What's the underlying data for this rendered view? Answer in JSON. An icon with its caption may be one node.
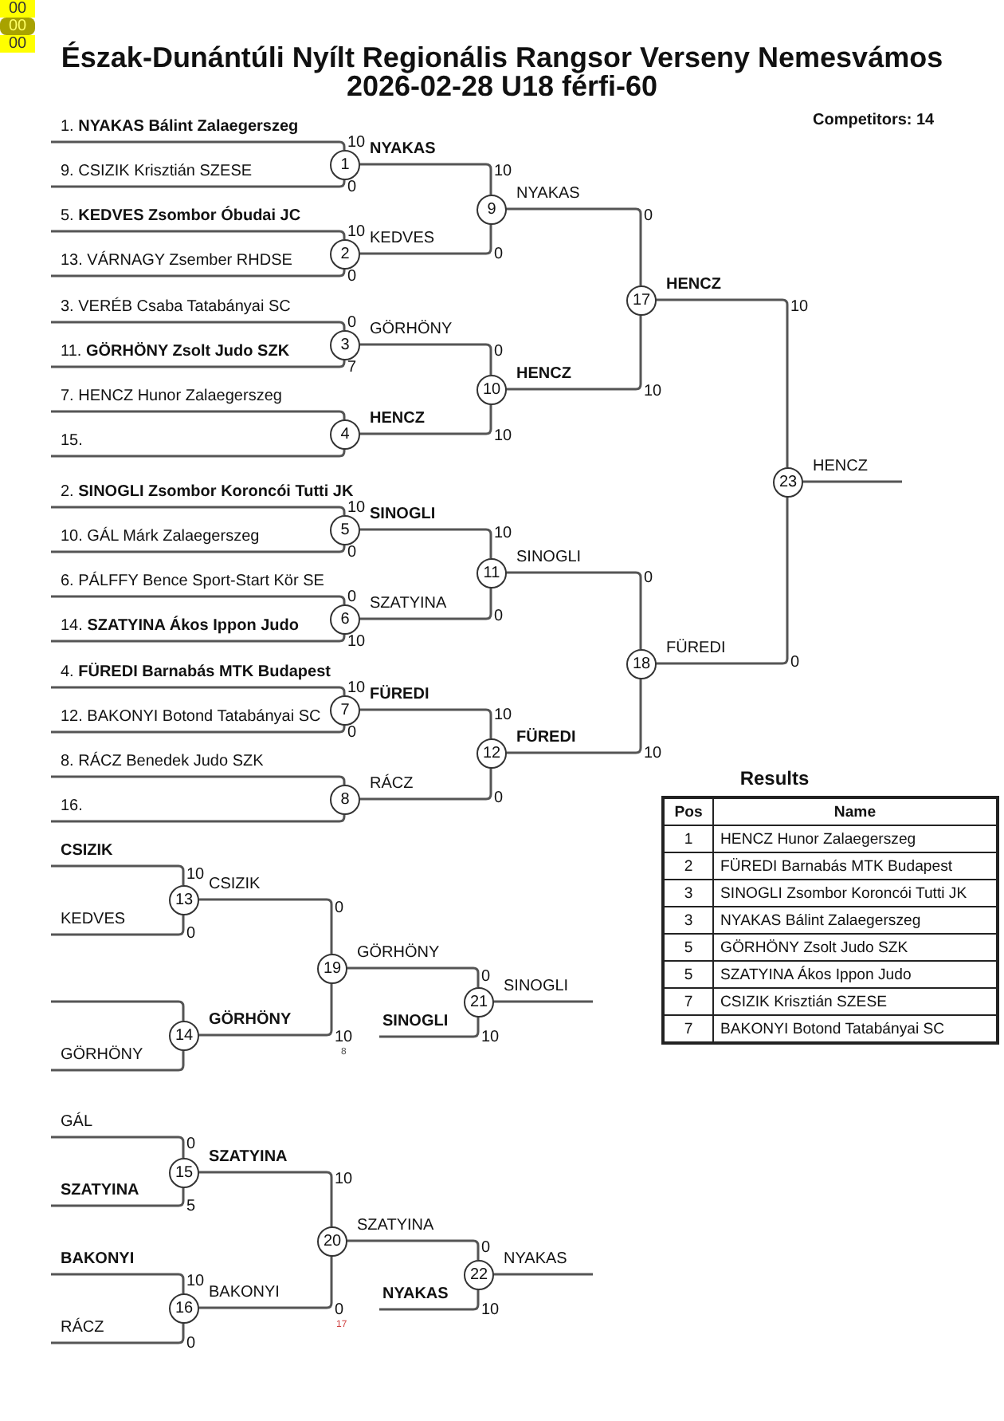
{
  "diagram": {
    "title": "Észak-Dunántúli Nyílt Regionális Rangsor Verseny Nemesvámos 2026-02-28 U18 férfi-60",
    "nodes": [
      {
        "text": [
          "1. **NYAKAS Bálint Zalaegerszeg**"
        ]
      },
      {
        "text": [
          "9. CSIZIK Krisztián SZESE"
        ]
      },
      {
        "text": [
          "5. **KEDVES Zsombor Óbudai JC**"
        ]
      },
      {
        "text": [
          "13. VÁRNAGY Zsember RHDSE"
        ]
      },
      {
        "text": [
          "3. VERÉB Csaba Tatabányai SC"
        ]
      },
      {
        "text": [
          "11. **GÖRHÖNY Zsolt Judo SZK**"
        ]
      },
      {
        "text": [
          "7. HENCZ Hunor Zalaegerszeg"
        ]
      },
      {
        "text": [
          "15."
        ]
      },
      {
        "text": [
          "2. **SINOGLI Zsombor Koroncói Tutti JK**"
        ]
      },
      {
        "text": [
          "10. GÁL Márk Zalaegerszeg"
        ]
      },
      {
        "text": [
          "6. PÁLFFY Bence Sport-Start Kör SE"
        ]
      },
      {
        "text": [
          "14. **SZATYINA Ákos Ippon Judo**"
        ]
      },
      {
        "text": [
          "4. **FÜREDI Barnabás MTK Budapest**"
        ]
      },
      {
        "text": [
          "12. BAKONYI Botond Tatabányai SC"
        ]
      },
      {
        "text": [
          "8. RÁCZ Benedek Judo SZK"
        ]
      },
      {
        "text": [
          "16."
        ]
      },
      {
        "text": [
          "1"
        ]
      },
      {
        "text": [
          "2"
        ]
      },
      {
        "text": [
          "3"
        ]
      },
      {
        "text": [
          "4"
        ]
      },
      {
        "text": [
          "5"
        ]
      },
      {
        "text": [
          "6"
        ]
      },
      {
        "text": [
          "7"
        ]
      },
      {
        "text": [
          "8"
        ]
      },
      {
        "text": [
          "9"
        ]
      },
      {
        "text": [
          "10"
        ]
      },
      {
        "text": [
          "11"
        ]
      },
      {
        "text": [
          "12"
        ]
      },
      {
        "text": [
          "13"
        ]
      },
      {
        "text": [
          "14"
        ]
      },
      {
        "text": [
          "15"
        ]
      },
      {
        "text": [
          "16"
        ]
      },
      {
        "text": [
          "17"
        ]
      },
      {
        "text": [
          "18"
        ]
      },
      {
        "text": [
          "19"
        ]
      },
      {
        "text": [
          "20"
        ]
      },
      {
        "text": [
          "21"
        ]
      },
      {
        "text": [
          "22"
        ]
      },
      {
        "text": [
          "23"
        ]
      },
      {
        "text": [
          "CSIZIK"
        ]
      },
      {
        "text": [
          "KEDVES"
        ]
      },
      {
        "text": [
          "GÖRHÖNY"
        ]
      },
      {
        "text": [
          "GÁL"
        ]
      },
      {
        "text": [
          "SZATYINA"
        ]
      },
      {
        "text": [
          "BAKONYI"
        ]
      },
      {
        "text": [
          "RÁCZ"
        ]
      }
    ],
    "edges": [
      {
        "from": 0,
        "to": 16,
        "arrow": "none"
      },
      {
        "from": 1,
        "to": 16,
        "arrow": "none"
      },
      {
        "from": 2,
        "to": 17,
        "arrow": "none"
      },
      {
        "from": 3,
        "to": 17,
        "arrow": "none"
      },
      {
        "from": 4,
        "to": 18,
        "arrow": "none"
      },
      {
        "from": 5,
        "to": 18,
        "arrow": "none"
      },
      {
        "from": 6,
        "to": 19,
        "arrow": "none"
      },
      {
        "from": 7,
        "to": 19,
        "arrow": "none"
      },
      {
        "from": 8,
        "to": 20,
        "arrow": "none"
      },
      {
        "from": 9,
        "to": 20,
        "arrow": "none"
      },
      {
        "from": 10,
        "to": 21,
        "arrow": "none"
      },
      {
        "from": 11,
        "to": 21,
        "arrow": "none"
      },
      {
        "from": 12,
        "to": 22,
        "arrow": "none"
      },
      {
        "from": 13,
        "to": 22,
        "arrow": "none"
      },
      {
        "from": 14,
        "to": 23,
        "arrow": "none"
      },
      {
        "from": 15,
        "to": 23,
        "arrow": "none"
      },
      {
        "from": 16,
        "to": 24,
        "arrow": "none",
        "label": "NYAKAS"
      },
      {
        "from": 17,
        "to": 24,
        "arrow": "none",
        "label": "KEDVES"
      },
      {
        "from": 18,
        "to": 25,
        "arrow": "none",
        "label": "GÖRHÖNY"
      },
      {
        "from": 19,
        "to": 25,
        "arrow": "none",
        "label": "HENCZ"
      },
      {
        "from": 20,
        "to": 26,
        "arrow": "none",
        "label": "SINOGLI"
      },
      {
        "from": 21,
        "to": 26,
        "arrow": "none",
        "label": "SZATYINA"
      },
      {
        "from": 22,
        "to": 27,
        "arrow": "none",
        "label": "FÜREDI"
      },
      {
        "from": 23,
        "to": 27,
        "arrow": "none",
        "label": "RÁCZ"
      },
      {
        "from": 24,
        "to": 32,
        "arrow": "none",
        "label": "NYAKAS"
      },
      {
        "from": 25,
        "to": 32,
        "arrow": "none",
        "label": "HENCZ"
      },
      {
        "from": 26,
        "to": 33,
        "arrow": "none",
        "label": "SINOGLI"
      },
      {
        "from": 27,
        "to": 33,
        "arrow": "none",
        "label": "FÜREDI"
      },
      {
        "from": 32,
        "to": 38,
        "arrow": "none",
        "label": "HENCZ"
      },
      {
        "from": 33,
        "to": 38,
        "arrow": "none",
        "label": "FÜREDI"
      },
      {
        "from": 38,
        "to": null,
        "arrow": "none",
        "label": "HENCZ"
      },
      {
        "from": 39,
        "to": 28,
        "arrow": "none"
      },
      {
        "from": 40,
        "to": 28,
        "arrow": "none"
      },
      {
        "from": null,
        "to": 29,
        "arrow": "none"
      },
      {
        "from": 41,
        "to": 29,
        "arrow": "none"
      },
      {
        "from": 28,
        "to": 34,
        "arrow": "none",
        "label": "CSIZIK"
      },
      {
        "from": 29,
        "to": 34,
        "arrow": "none",
        "label": "GÖRHÖNY"
      },
      {
        "from": 34,
        "to": 36,
        "arrow": "none",
        "label": "GÖRHÖNY"
      },
      {
        "from": null,
        "to": 36,
        "arrow": "none",
        "label": "SINOGLI"
      },
      {
        "from": 36,
        "to": null,
        "arrow": "none",
        "label": "SINOGLI"
      },
      {
        "from": 42,
        "to": 30,
        "arrow": "none"
      },
      {
        "from": 43,
        "to": 30,
        "arrow": "none"
      },
      {
        "from": 44,
        "to": 31,
        "arrow": "none"
      },
      {
        "from": 45,
        "to": 31,
        "arrow": "none"
      },
      {
        "from": 30,
        "to": 35,
        "arrow": "none",
        "label": "SZATYINA"
      },
      {
        "from": 31,
        "to": 35,
        "arrow": "none",
        "label": "BAKONYI"
      },
      {
        "from": 35,
        "to": 37,
        "arrow": "none",
        "label": "SZATYINA"
      },
      {
        "from": null,
        "to": 37,
        "arrow": "none",
        "label": "NYAKAS"
      },
      {
        "from": 37,
        "to": null,
        "arrow": "none",
        "label": "NYAKAS"
      }
    ],
    "labels": [
      "00",
      "00",
      "00",
      "Competitors: 14",
      "10",
      "0",
      "10",
      "0",
      "0",
      "7",
      "10",
      "0",
      "0",
      "10",
      "10",
      "0",
      "10",
      "0",
      "0",
      "10",
      "10",
      "0",
      "10",
      "0",
      "0",
      "10",
      "0",
      "10",
      "10",
      "0",
      "10",
      "0",
      "0",
      "10",
      "8",
      "0",
      "10",
      "0",
      "5",
      "10",
      "0",
      "10",
      "0",
      "17",
      "0",
      "10",
      "Results",
      "Pos",
      "Name",
      "1",
      "HENCZ Hunor Zalaegerszeg",
      "2",
      "FÜREDI Barnabás MTK Budapest",
      "3",
      "SINOGLI Zsombor Koroncói Tutti JK",
      "3",
      "NYAKAS Bálint Zalaegerszeg",
      "5",
      "GÖRHÖNY Zsolt Judo SZK",
      "5",
      "SZATYINA Ákos Ippon Judo",
      "7",
      "CSIZIK Krisztián SZESE",
      "7",
      "BAKONYI Botond Tatabányai SC"
    ]
  }
}
